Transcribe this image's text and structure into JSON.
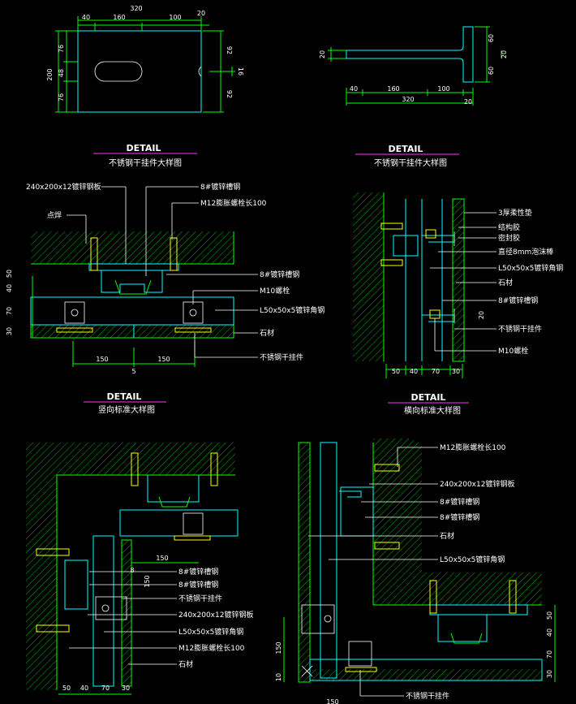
{
  "drawing": {
    "top_left": {
      "dims_top": [
        "320",
        "40",
        "160",
        "100",
        "20"
      ],
      "dims_left": [
        "200",
        "76",
        "48",
        "76"
      ],
      "dims_right": [
        "92",
        "16",
        "92"
      ]
    },
    "top_right": {
      "dims_left": [
        "20"
      ],
      "dims_right": [
        "60",
        "20",
        "60"
      ],
      "dims_bottom": [
        "40",
        "160",
        "100",
        "20",
        "320"
      ]
    },
    "detail1": {
      "heading": "DETAIL",
      "title": "不锈钢干挂件大样图",
      "labels": [
        "240x200x12镀锌钢板",
        "8#镀锌槽钢",
        "M12膨胀螺栓长100",
        "点焊",
        "8#镀锌槽钢",
        "M10螺栓",
        "L50x50x5镀锌角钢",
        "石材",
        "不锈钢干挂件"
      ],
      "dims_left": [
        "50",
        "40",
        "70",
        "30"
      ],
      "dims_bottom": [
        "150",
        "150",
        "5"
      ]
    },
    "detail2": {
      "heading": "DETAIL",
      "title": "不锈钢干挂件大样图",
      "labels": [
        "3厚柔性垫",
        "结构胶",
        "密封胶",
        "直径8mm泡沫棒",
        "L50x50x5镀锌角钢",
        "石材",
        "8#镀锌槽钢",
        "不锈钢干挂件",
        "M10螺栓"
      ],
      "dims_side": [
        "20"
      ],
      "dims_bottom": [
        "50",
        "40",
        "70",
        "30"
      ]
    },
    "detail3": {
      "heading": "DETAIL",
      "title": "竖向标准大样图",
      "labels": [
        "8#镀锌槽钢",
        "8#镀锌槽钢",
        "不锈钢干挂件",
        "240x200x12镀锌钢板",
        "L50x50x5镀锌角钢",
        "M12膨胀螺栓长100",
        "石材"
      ],
      "dims": [
        "150",
        "8",
        "150"
      ],
      "dims_bottom": [
        "50",
        "40",
        "70",
        "30"
      ]
    },
    "detail4": {
      "heading": "DETAIL",
      "title": "横向标准大样图",
      "labels": [
        "M12膨胀螺栓长100",
        "240x200x12镀锌钢板",
        "8#镀锌槽钢",
        "8#镀锌槽钢",
        "石材",
        "L50x50x5镀锌角钢",
        "不锈钢干挂件"
      ],
      "dims_right": [
        "50",
        "40",
        "70",
        "30"
      ],
      "dims_left": [
        "150",
        "10"
      ],
      "dims_bottom": [
        "150"
      ]
    },
    "colors": {
      "background": "#000000",
      "structure": "#00ff00",
      "steel": "#00ffff",
      "anchor": "#ffff00",
      "title_rule": "#ff33ff",
      "text": "#ffffff"
    }
  }
}
